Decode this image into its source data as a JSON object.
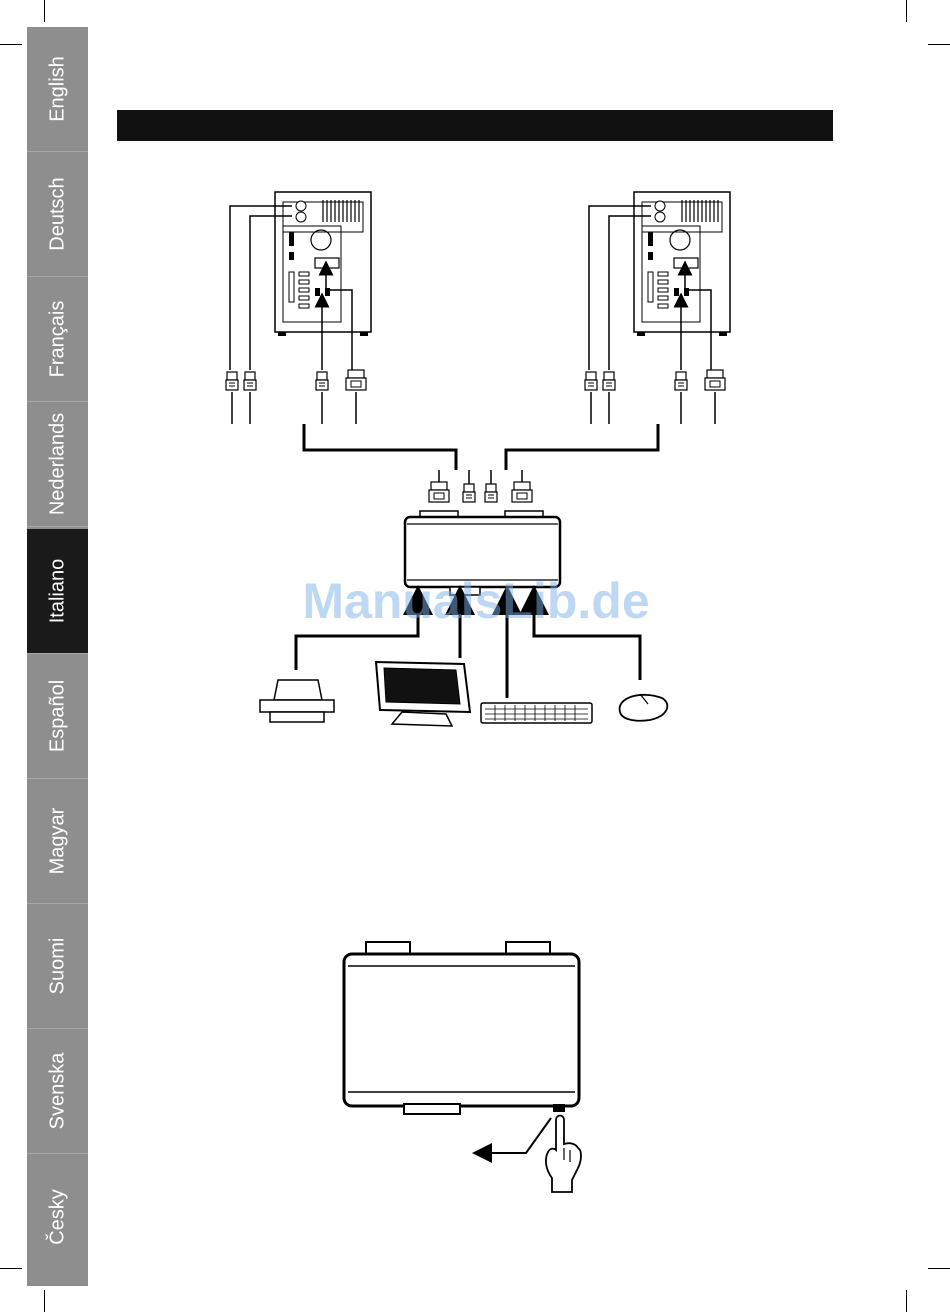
{
  "sidebar": {
    "languages": [
      "English",
      "Deutsch",
      "Français",
      "Nederlands",
      "Italiano",
      "Español",
      "Magyar",
      "Suomi",
      "Svenska",
      "Česky"
    ],
    "active": "Italiano"
  },
  "watermark": "ManualsLib.de",
  "colors": {
    "sidebar": "#8e8e8e",
    "active_tab": "#1a1a1a",
    "header_band": "#111111"
  }
}
